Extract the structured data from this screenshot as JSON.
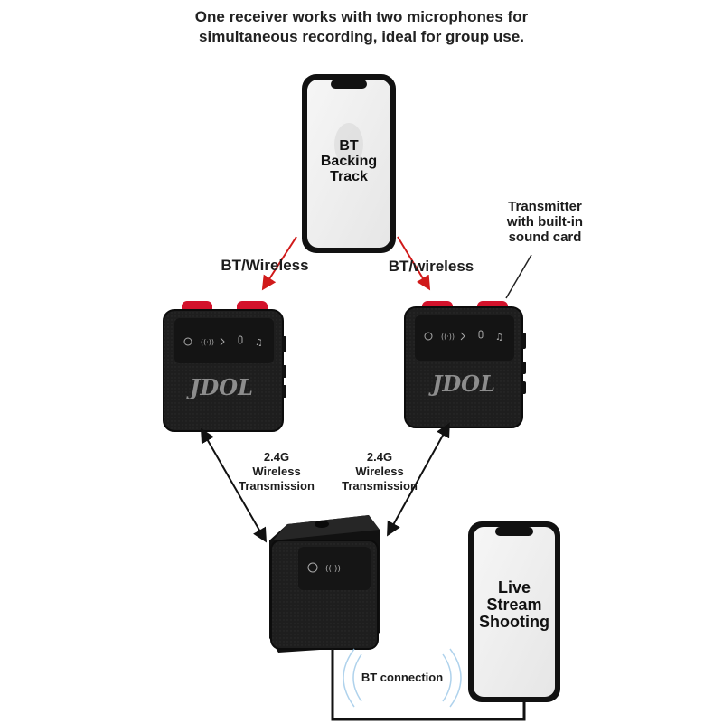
{
  "headline": {
    "line1": "One receiver works with two microphones for",
    "line2": "simultaneous recording, ideal for group use."
  },
  "top_phone": {
    "line1": "BT",
    "line2": "Backing",
    "line3": "Track"
  },
  "right_phone": {
    "line1": "Live",
    "line2": "Stream",
    "line3": "Shooting"
  },
  "labels": {
    "bt_wireless_left": "BT/Wireless",
    "bt_wireless_right": "BT/wireless",
    "transmitter_line1": "Transmitter",
    "transmitter_line2": "with built-in",
    "transmitter_line3": "sound card",
    "link_left_line1": "2.4G",
    "link_left_line2": "Wireless",
    "link_left_line3": "Transmission",
    "link_right_line1": "2.4G",
    "link_right_line2": "Wireless",
    "link_right_line3": "Transmission",
    "bt_connection": "BT connection"
  },
  "device_logo": "JDOL",
  "colors": {
    "device_body": "#1c1c1c",
    "red_button": "#d3122b",
    "arrow_red": "#d01a1a",
    "arrow_black": "#111111"
  },
  "icons": [
    "power-icon",
    "wireless-icon",
    "bluetooth-icon",
    "mic-icon",
    "music-icon"
  ]
}
